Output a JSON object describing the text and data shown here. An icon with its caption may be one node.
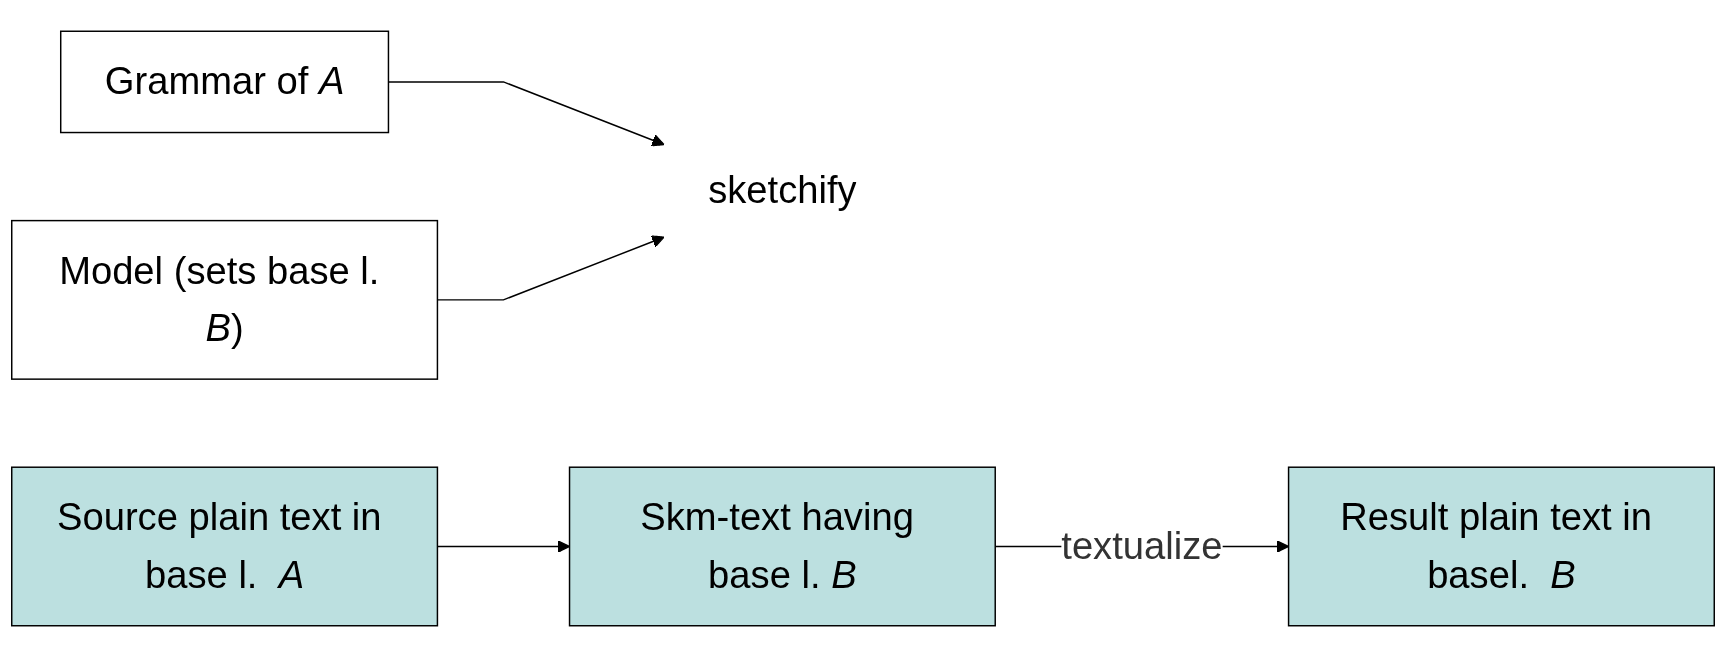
{
  "diagram": {
    "nodes": [
      {
        "text": [
          "Grammar of *A*"
        ]
      },
      {
        "text": [
          "Model (sets base l. *B*)"
        ]
      },
      {
        "text": [
          "Source plain text in base l.  *A*"
        ]
      },
      {
        "text": [
          "sketchify"
        ]
      },
      {
        "text": [
          "Skm-text having base l. *B*"
        ]
      },
      {
        "text": [
          "Result plain text in basel.  *B*"
        ]
      }
    ],
    "edges": [
      {
        "from": 0,
        "to": 3,
        "arrow": "to"
      },
      {
        "from": 1,
        "to": 3,
        "arrow": "to"
      },
      {
        "from": 2,
        "to": 4,
        "arrow": "to"
      },
      {
        "from": 4,
        "to": 5,
        "label": "textualize",
        "arrow": "to"
      }
    ]
  }
}
